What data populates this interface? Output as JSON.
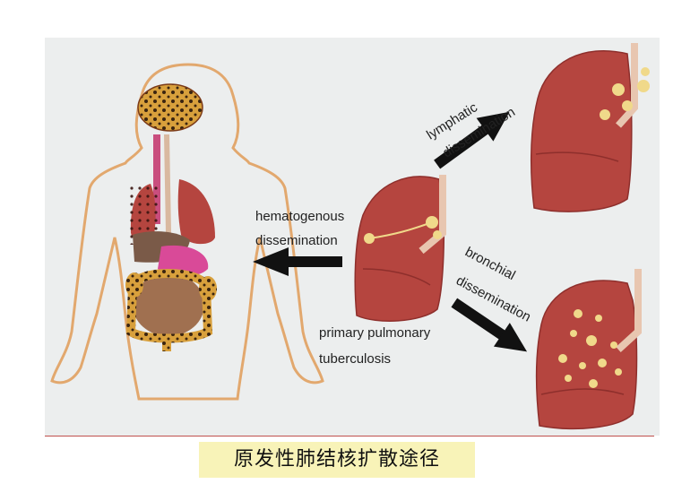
{
  "labels": {
    "hematogenous": "hematogenous",
    "hematogenous_dissemination": "dissemination",
    "lymphatic": "lymphatic",
    "lymphatic_dissemination": "dissemination",
    "bronchial": "bronchial",
    "bronchial_dissemination": "dissemination",
    "primary_line1": "primary pulmonary",
    "primary_line2": "tuberculosis"
  },
  "caption": "原发性肺结核扩散途径",
  "colors": {
    "panel_bg": "#eceeee",
    "lung": "#b5453f",
    "lung_dark": "#8e2f2c",
    "lesion": "#f0d98a",
    "arrow": "#111111",
    "caption_bg": "#f8f3b8",
    "rule": "#c0504d"
  }
}
